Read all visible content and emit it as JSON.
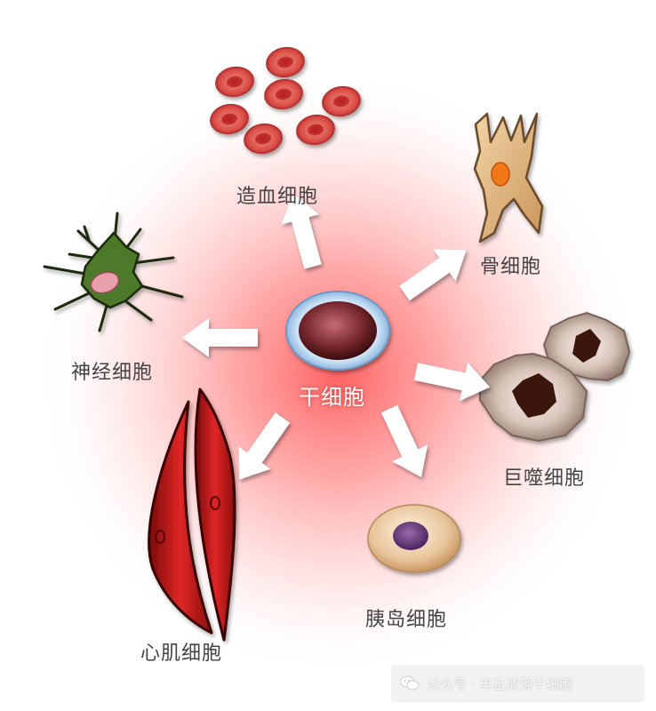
{
  "center_label": "干细胞",
  "cells": {
    "blood": "造血细胞",
    "bone": "骨细胞",
    "nerve": "神经细胞",
    "macrophage": "巨噬细胞",
    "cardiac": "心肌细胞",
    "pancreatic": "胰岛细胞"
  },
  "watermark": {
    "text": "公众号 · 丰正清源干细胞",
    "icon": "wechat-icon"
  },
  "colors": {
    "glow": "#ff8a8a",
    "arrow": "#ffffff",
    "rbc": "#d84a4a",
    "nerve": "#4e7a2a",
    "bone": "#e0b37a",
    "macrophage": "#b09a90",
    "cardiac": "#c81e1e",
    "pancreatic": "#e8c49a"
  }
}
